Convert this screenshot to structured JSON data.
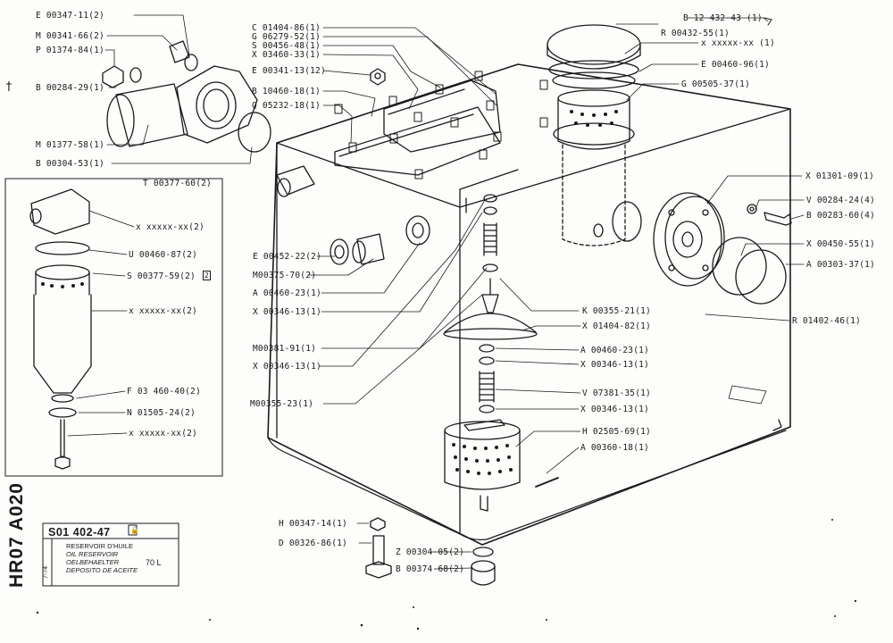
{
  "document_code": "HR07 A020",
  "marker": "†",
  "title_block": {
    "part_number": "S01 402-47",
    "names": [
      "RESERVOIR D'HUILE",
      "OIL RESERVOIR",
      "OELBEHAELTER",
      "DEPOSITO DE ACEITE"
    ],
    "date": "7-74",
    "capacity": "70 L"
  },
  "upper_left_callouts": [
    "E 00347-11(2)",
    "M 00341-66(2)",
    "P 01374-84(1)",
    "B 00284-29(1)",
    "M 01377-58(1)",
    "B 00304-53(1)"
  ],
  "filter_callouts": [
    "T 00377-60(2)",
    "x xxxxx-xx(2)",
    "U 00460-87(2)",
    "S 00377-59(2)",
    "x xxxxx-xx(2)",
    "F 03 460-40(2)",
    "N 01505-24(2)",
    "x xxxxx-xx(2)"
  ],
  "filter_box_badge": "2",
  "top_callouts": [
    "C 01404-86(1)",
    "G 06279-52(1)",
    "S 00456-48(1)",
    "X 03460-33(1)",
    "E 00341-13(12)",
    "B 10460-18(1)",
    "Q 05232-18(1)"
  ],
  "right_callouts": [
    "B 12 432-43 (1)",
    "R 00432-55(1)",
    "x xxxxx-xx (1)",
    "E 00460-96(1)",
    "G 00505-37(1)",
    "X 01301-09(1)",
    "V 00284-24(4)",
    "B 00283-60(4)",
    "X 00450-55(1)",
    "A 00303-37(1)",
    "R 01402-46(1)"
  ],
  "mid_left_callouts": [
    "E 00452-22(2)",
    "M00375-70(2)",
    "A 00460-23(1)",
    "X 00346-13(1)",
    "M00381-91(1)",
    "X 00346-13(1)",
    "M00355-23(1)"
  ],
  "center_callouts": [
    "K 00355-21(1)",
    "X 01404-82(1)",
    "A 00460-23(1)",
    "X 00346-13(1)",
    "V 07381-35(1)",
    "X 00346-13(1)",
    "H 02505-69(1)",
    "A 00360-18(1)"
  ],
  "bottom_callouts": [
    "H 00347-14(1)",
    "D 00326-86(1)",
    "Z 00304-05(2)",
    "B 00374-68(2)"
  ]
}
